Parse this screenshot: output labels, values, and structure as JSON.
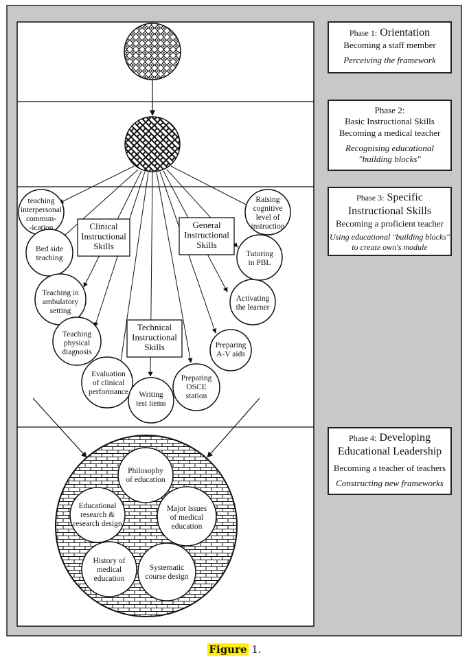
{
  "phases": [
    {
      "number": "Phase 1:",
      "name": "Orientation",
      "subtitle": "Becoming a staff member",
      "task": "Perceiving the framework"
    },
    {
      "number": "Phase 2:",
      "name": "Basic Instructional Skills",
      "subtitle": "Becoming a medical teacher",
      "task": "Recognising educational \"building blocks\""
    },
    {
      "number": "Phase 3:",
      "name": "Specific Instructional Skills",
      "subtitle": "Becoming a proficient teacher",
      "task": "Using educational \"building blocks\" to create own's module"
    },
    {
      "number": "Phase 4:",
      "name": "Developing Educational Leadership",
      "subtitle": "Becoming a teacher of teachers",
      "task": "Constructing new frameworks"
    }
  ],
  "skill_groups": {
    "clinical": [
      "Clinical",
      "Instructional",
      "Skills"
    ],
    "general": [
      "General",
      "Instructional",
      "Skills"
    ],
    "technical": [
      "Technical",
      "Instructional",
      "Skills"
    ]
  },
  "skills": {
    "interpersonal": [
      "teaching",
      "interpersonal",
      "commun-",
      "-ication"
    ],
    "bedside": [
      "Bed side",
      "teaching"
    ],
    "ambulatory": [
      "Teaching in",
      "ambulatory",
      "setting"
    ],
    "physical": [
      "Teaching",
      "physical",
      "diagnosis"
    ],
    "evaluation": [
      "Evaluation",
      "of clinical",
      "performance"
    ],
    "writing": [
      "Writing",
      "test items"
    ],
    "osce": [
      "Preparing",
      "OSCE",
      "station"
    ],
    "av": [
      "Preparing",
      "A-V aids"
    ],
    "activating": [
      "Activating",
      "the learner"
    ],
    "pbl": [
      "Tutoring",
      "in PBL"
    ],
    "cognitive": [
      "Raising",
      "cognitive",
      "level of",
      "instruction"
    ]
  },
  "leadership": {
    "philosophy": [
      "Philosophy",
      "of education"
    ],
    "research": [
      "Educational",
      "research &",
      "research design"
    ],
    "issues": [
      "Major issues",
      "of medical",
      "education"
    ],
    "history": [
      "History of",
      "medical",
      "education"
    ],
    "course": [
      "Systematic",
      "course design"
    ]
  },
  "caption": {
    "label": "Figure",
    "rest": " 1."
  }
}
